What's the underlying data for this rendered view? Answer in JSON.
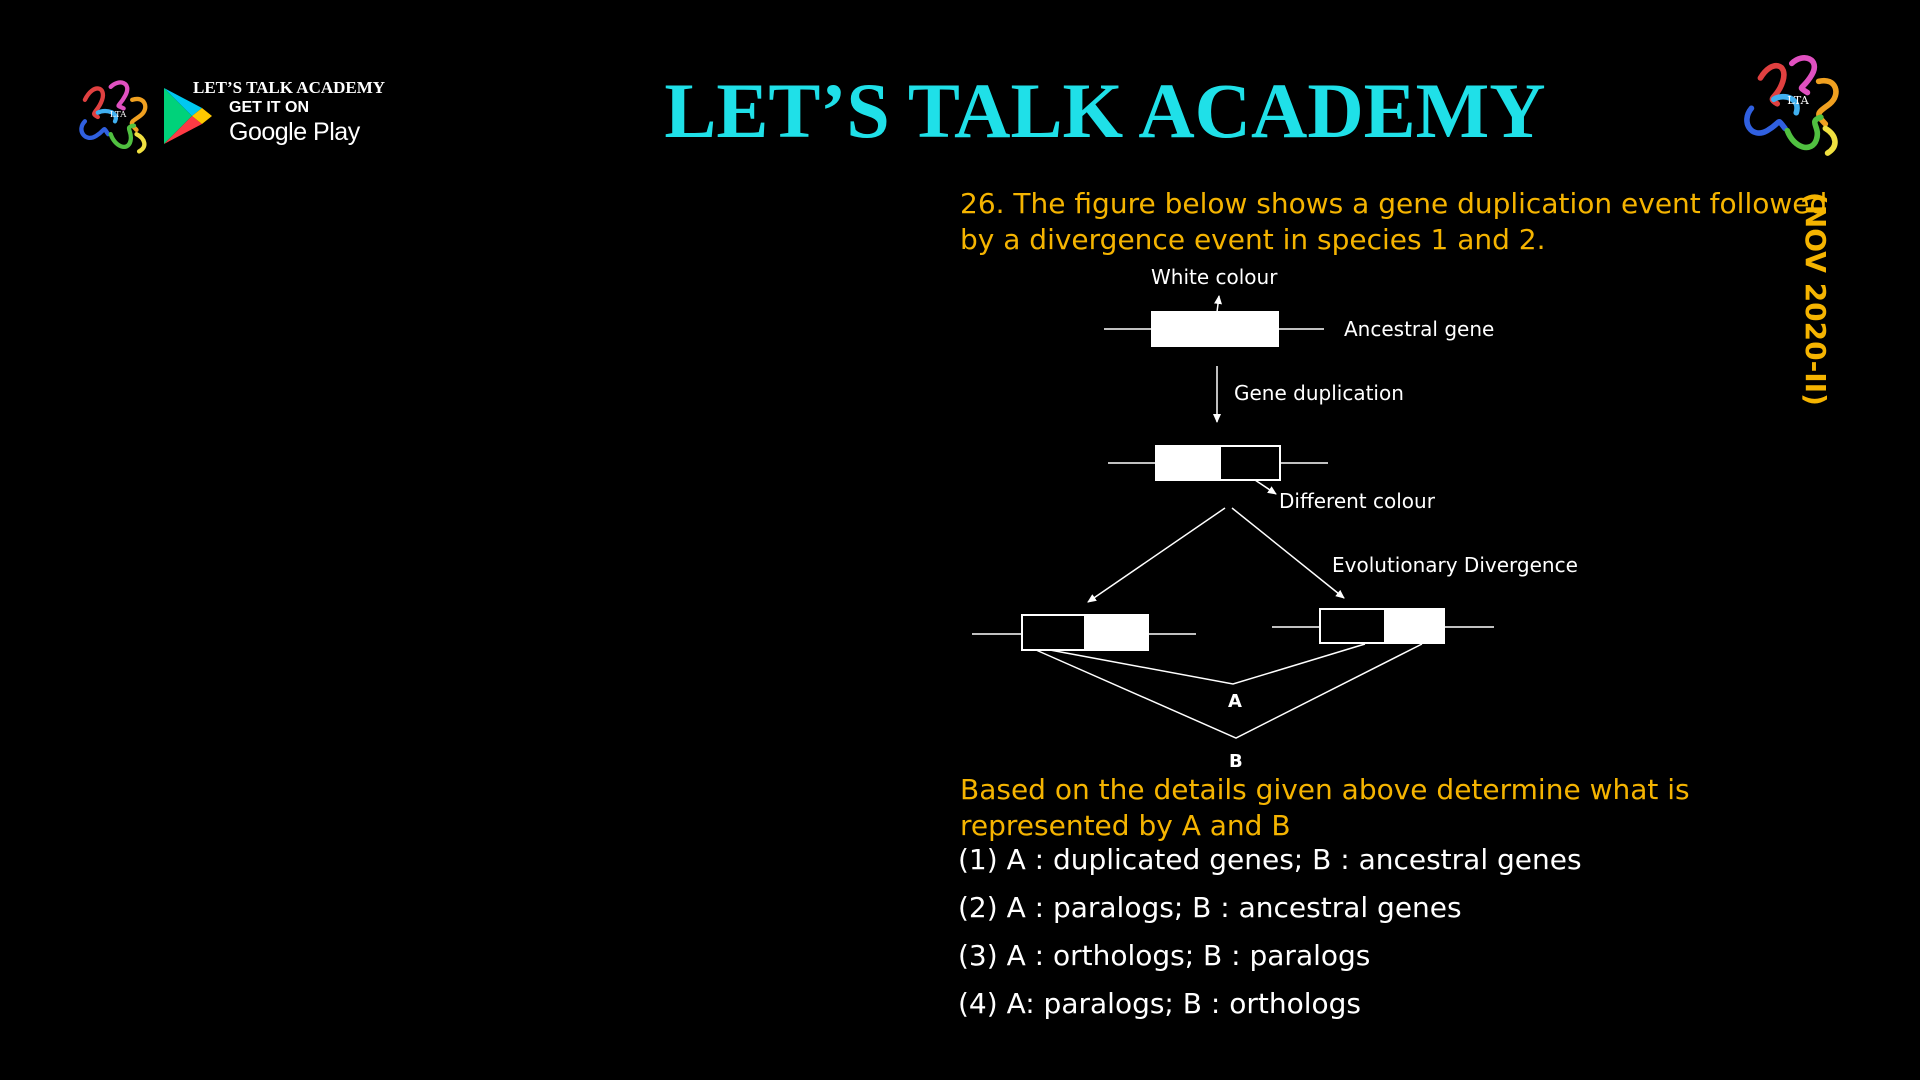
{
  "header": {
    "brand_name": "LET’S TALK ACADEMY",
    "store_badge": {
      "prefix": "GET IT ON",
      "store": "Google Play"
    },
    "title": "LET’S TALK ACADEMY",
    "logo_icon": "protein-structure-logo-icon",
    "title_color": "#1fe0e8"
  },
  "side_tag": "(NOV 2020-II)",
  "question": {
    "text": "26. The figure below shows a gene duplication event followed by a divergence event in species 1 and 2.",
    "color": "#f5b400"
  },
  "diagram": {
    "labels": {
      "white_colour": "White colour",
      "ancestral_gene": "Ancestral gene",
      "gene_duplication": "Gene duplication",
      "different_colour": "Different colour",
      "evolutionary_divergence": "Evolutionary Divergence",
      "a": "A",
      "b": "B"
    }
  },
  "prompt": "Based on the details given above determine what is represented by A and B",
  "options": [
    "(1) A : duplicated genes; B : ancestral genes",
    "(2) A : paralogs; B : ancestral genes",
    "(3) A : orthologs; B : paralogs",
    "(4) A: paralogs; B : orthologs"
  ]
}
